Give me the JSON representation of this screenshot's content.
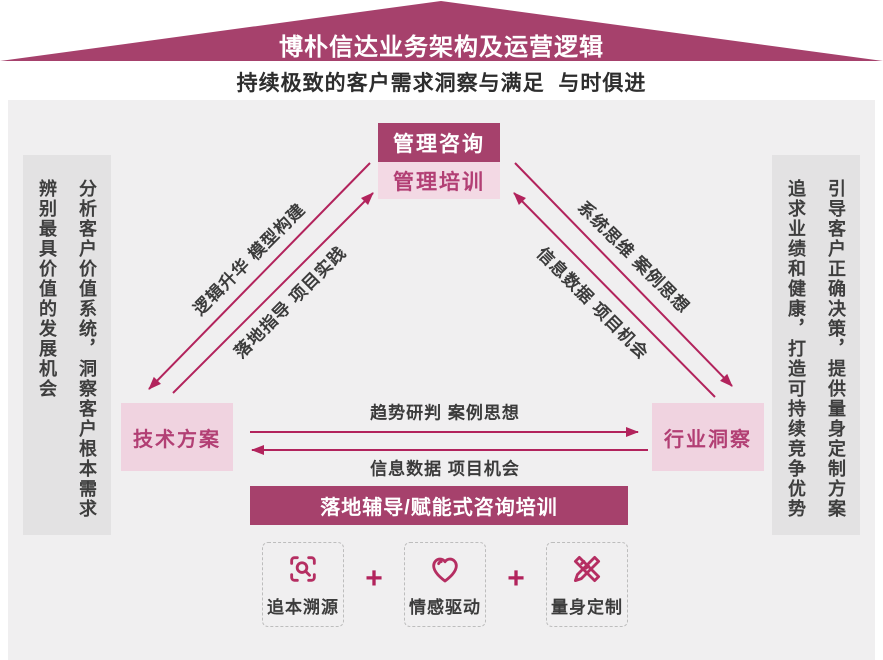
{
  "header": {
    "title": "博朴信达业务架构及运营逻辑",
    "subtitle": "持续极致的客户需求洞察与满足  与时俱进"
  },
  "left_panel": {
    "col_right": "分析客户价值系统，洞察客户根本需求",
    "col_left": "辨别最具价值的发展机会"
  },
  "right_panel": {
    "col_right": "引导客户正确决策，提供量身定制方案",
    "col_left": "追求业绩和健康，打造可持续竞争优势"
  },
  "nodes": {
    "top_primary": "管理咨询",
    "top_secondary": "管理培训",
    "left": "技术方案",
    "right": "行业洞察"
  },
  "edges": {
    "left_up_label": "逻辑升华 模型构建",
    "left_down_label": "落地指导 项目实践",
    "right_up_label": "系统思维 案例思想",
    "right_down_label": "信息数据 项目机会",
    "bottom_top_label": "趋势研判 案例思想",
    "bottom_bottom_label": "信息数据 项目机会"
  },
  "bottom_banner": "落地辅导/赋能式咨询培训",
  "pillars": {
    "items": [
      {
        "label": "追本溯源",
        "icon": "scan-search-icon"
      },
      {
        "label": "情感驱动",
        "icon": "heart-icon"
      },
      {
        "label": "量身定制",
        "icon": "pencil-ruler-icon"
      }
    ],
    "separator": "+"
  },
  "colors": {
    "primary": "#a6416c",
    "accent": "#b2235c",
    "node_light_pink": "#f0d3e0",
    "top_secondary_pink": "#f3d9e4",
    "stage_gray": "#f0eff0",
    "panel_gray": "#e3e2e3",
    "text_dark": "#3b3b3b"
  }
}
